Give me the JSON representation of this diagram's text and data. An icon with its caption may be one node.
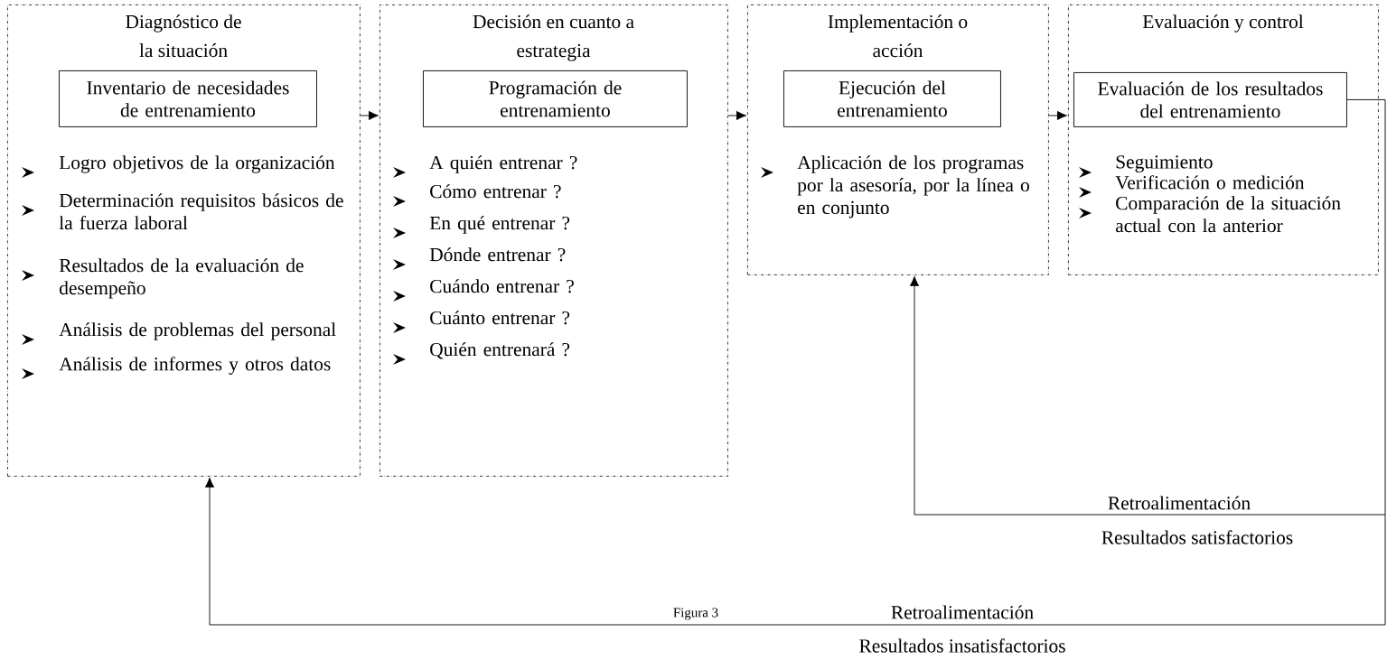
{
  "diagram": {
    "caption": "Figura 3",
    "nodes": [
      {
        "text": [
          "Diagnóstico de la situación",
          "Logro objetivos de la organización",
          "Determinación requisitos básicos de la fuerza laboral",
          "Resultados de la evaluación de desempeño",
          "Análisis de problemas del personal",
          "Análisis de informes y otros datos"
        ]
      },
      {
        "text": [
          "Inventario de necesidades de entrenamiento"
        ],
        "in": 0
      },
      {
        "text": [
          "Decisión en cuanto a estrategia",
          "A quién entrenar ?",
          "Cómo entrenar ?",
          "En qué entrenar ?",
          "Dónde entrenar ?",
          "Cuándo entrenar ?",
          "Cuánto entrenar ?",
          "Quién entrenará ?"
        ]
      },
      {
        "text": [
          "Programación de entrenamiento"
        ],
        "in": 2
      },
      {
        "text": [
          "Implementación o acción",
          "Aplicación de los programas por la asesoría, por la línea o en conjunto"
        ]
      },
      {
        "text": [
          "Ejecución del entrenamiento"
        ],
        "in": 4
      },
      {
        "text": [
          "Evaluación y control",
          "Seguimiento",
          "Verificación o medición",
          "Comparación de la situación actual con la anterior"
        ]
      },
      {
        "text": [
          "Evaluación de los resultados del entrenamiento"
        ],
        "in": 6
      }
    ],
    "edges": [
      {
        "from": 0,
        "to": 2,
        "arrow": "to"
      },
      {
        "from": 2,
        "to": 4,
        "arrow": "to"
      },
      {
        "from": 4,
        "to": 6,
        "arrow": "to"
      },
      {
        "from": 7,
        "to": 4,
        "arrow": "to",
        "label": "Retroalimentación"
      },
      {
        "from": 7,
        "to": 0,
        "arrow": "to",
        "label": "Retroalimentación"
      }
    ],
    "labels": [
      "Resultados satisfactorios",
      "Resultados insatisfactorios"
    ]
  }
}
